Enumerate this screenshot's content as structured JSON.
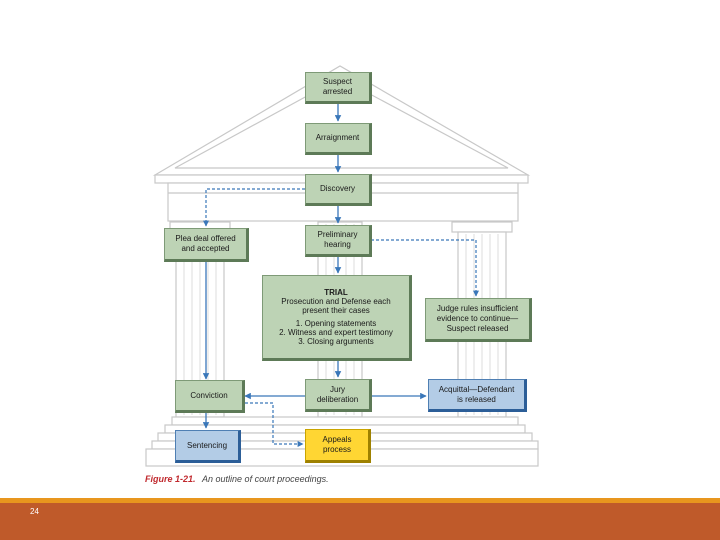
{
  "nodes": {
    "suspect_arrested": [
      "Suspect",
      "arrested"
    ],
    "arraignment": [
      "Arraignment"
    ],
    "discovery": [
      "Discovery"
    ],
    "plea_deal": [
      "Plea deal offered",
      "and accepted"
    ],
    "preliminary_hearing": [
      "Preliminary",
      "hearing"
    ],
    "trial": [
      "TRIAL",
      "Prosecution and Defense each",
      "present their cases",
      "1. Opening statements",
      "2. Witness and expert testimony",
      "3. Closing arguments"
    ],
    "judge_rules": [
      "Judge rules insufficient",
      "evidence to continue—",
      "Suspect released"
    ],
    "conviction": [
      "Conviction"
    ],
    "jury_deliberation": [
      "Jury",
      "deliberation"
    ],
    "acquittal": [
      "Acquittal—Defendant",
      "is released"
    ],
    "sentencing": [
      "Sentencing"
    ],
    "appeals": [
      "Appeals",
      "process"
    ]
  },
  "caption": {
    "figure": "Figure 1-21.",
    "text": "An outline of court proceedings."
  },
  "page_number": "24",
  "colors": {
    "green_box": "#bdd3b5",
    "blue_box": "#b3cce6",
    "yellow_box": "#ffd633",
    "arrow": "#3a77b9",
    "building_outline": "#c8c8c8",
    "accent_orange": "#e8961e",
    "footer_rust": "#bf5a2a"
  }
}
